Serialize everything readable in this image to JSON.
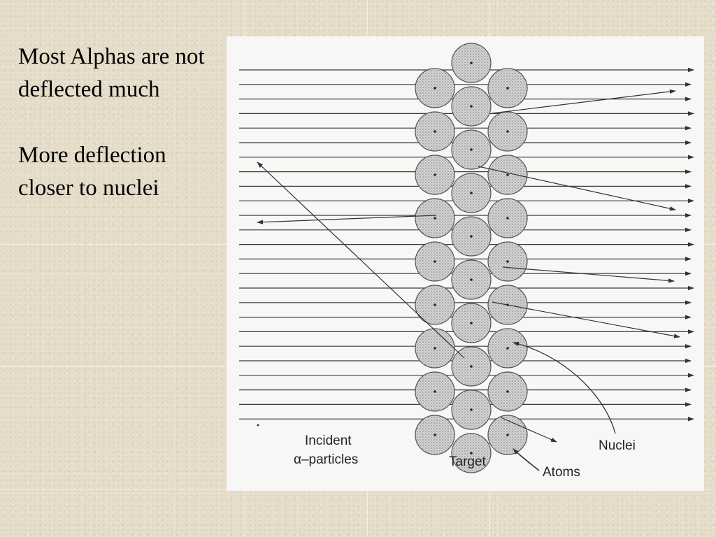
{
  "slide": {
    "point_1": "Most Alphas are not deflected much",
    "point_2": "More deflection closer to nuclei"
  },
  "diagram": {
    "label_incident": "Incident",
    "label_alpha_particles": "α–particles",
    "label_target": "Target",
    "label_atoms": "Atoms",
    "label_nuclei": "Nuclei"
  }
}
